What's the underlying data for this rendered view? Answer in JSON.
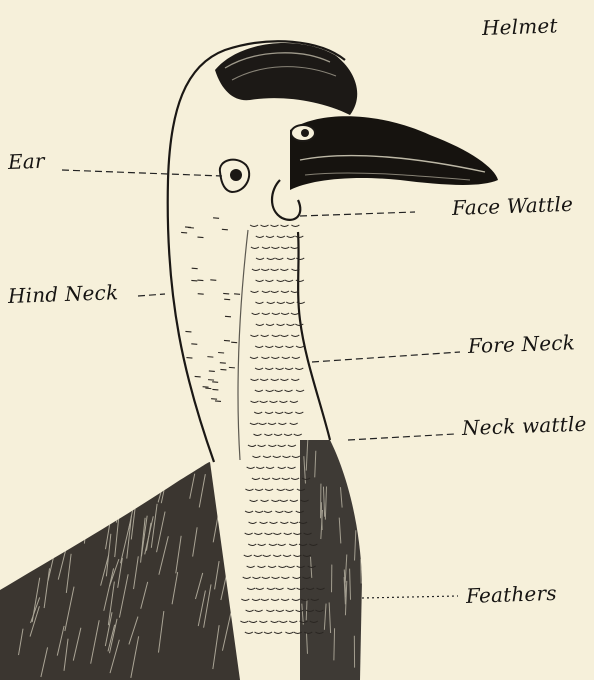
{
  "labels": {
    "helmet": "Helmet",
    "ear": "Ear",
    "face_wattle": "Face Wattle",
    "hind_neck": "Hind Neck",
    "fore_neck": "Fore Neck",
    "neck_wattle": "Neck wattle",
    "feathers": "Feathers"
  },
  "colors": {
    "paper": "#f6f0da",
    "ink": "#161412"
  }
}
